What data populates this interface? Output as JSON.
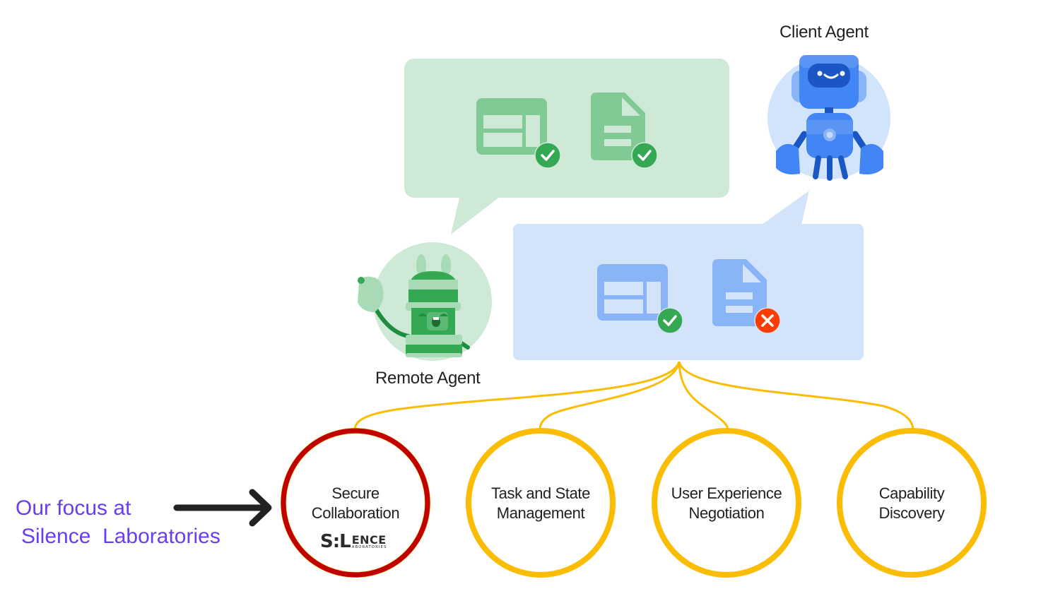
{
  "agents": {
    "client": {
      "label": "Client Agent",
      "icon": "blue-robot"
    },
    "remote": {
      "label": "Remote Agent",
      "icon": "green-robot"
    }
  },
  "bubbles": {
    "remote_response": {
      "color": "#cfe9d7",
      "items": [
        {
          "icon": "form-icon",
          "status": "check",
          "status_color": "#34a853"
        },
        {
          "icon": "document-icon",
          "status": "check",
          "status_color": "#34a853"
        }
      ]
    },
    "client_request": {
      "color": "#d3e3fa",
      "items": [
        {
          "icon": "form-icon",
          "status": "check",
          "status_color": "#34a853"
        },
        {
          "icon": "document-icon",
          "status": "cross",
          "status_color": "#ff3d00"
        }
      ]
    }
  },
  "capabilities": [
    {
      "line1": "Secure",
      "line2": "Collaboration",
      "highlight": true,
      "ring_color": "#c00000"
    },
    {
      "line1": "Task and State",
      "line2": "Management",
      "highlight": false,
      "ring_color": "#fbbc04"
    },
    {
      "line1": "User Experience",
      "line2": "Negotiation",
      "highlight": false,
      "ring_color": "#fbbc04"
    },
    {
      "line1": "Capability",
      "line2": "Discovery",
      "highlight": false,
      "ring_color": "#fbbc04"
    }
  ],
  "focus": {
    "line1": "Our focus at",
    "line2": "Silence  Laboratories",
    "color": "#6a3df0"
  },
  "logo": {
    "big": "S:L",
    "ence": "ENCE",
    "sub": "ABORATORIES"
  },
  "connector_color": "#fbbc04"
}
